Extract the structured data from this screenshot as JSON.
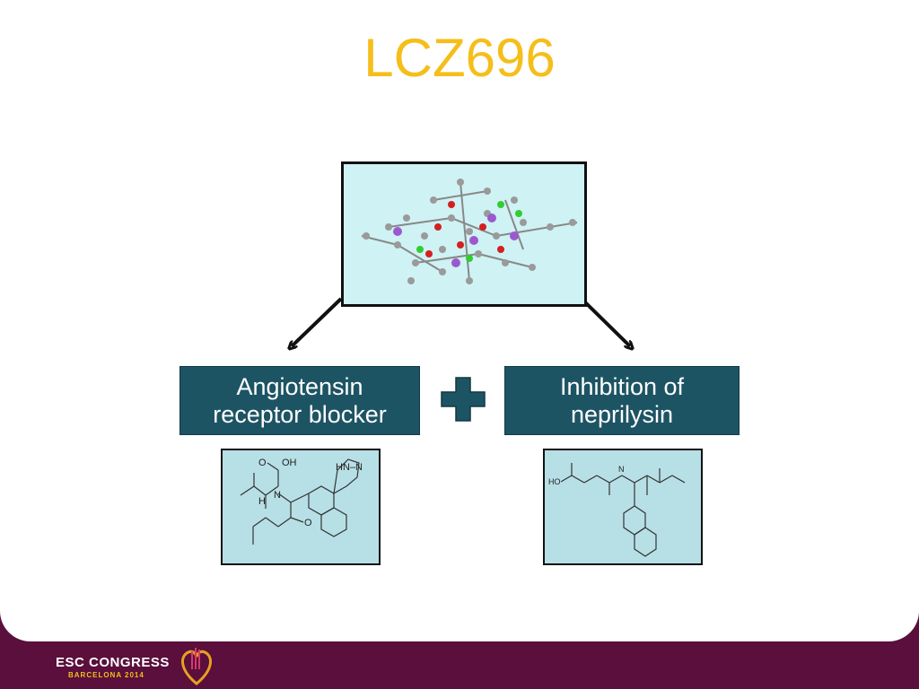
{
  "slide": {
    "title": "LCZ696",
    "left_box": {
      "line1": "Angiotensin",
      "line2": "receptor blocker"
    },
    "right_box": {
      "line1": "Inhibition of",
      "line2": "neprilysin"
    },
    "left_structure": {
      "label_acid": "OH",
      "label_h": "H",
      "label_n": "N",
      "label_o": "O",
      "label_tetrazole": "HN–N"
    },
    "right_structure": {
      "label_ho": "HO",
      "label_nh": "N"
    }
  },
  "footer": {
    "logo_main": "ESC CONGRESS",
    "logo_sub": "BARCELONA 2014"
  },
  "colors": {
    "title": "#f5be1a",
    "box": "#1d5464",
    "footer": "#5a0f3c"
  }
}
